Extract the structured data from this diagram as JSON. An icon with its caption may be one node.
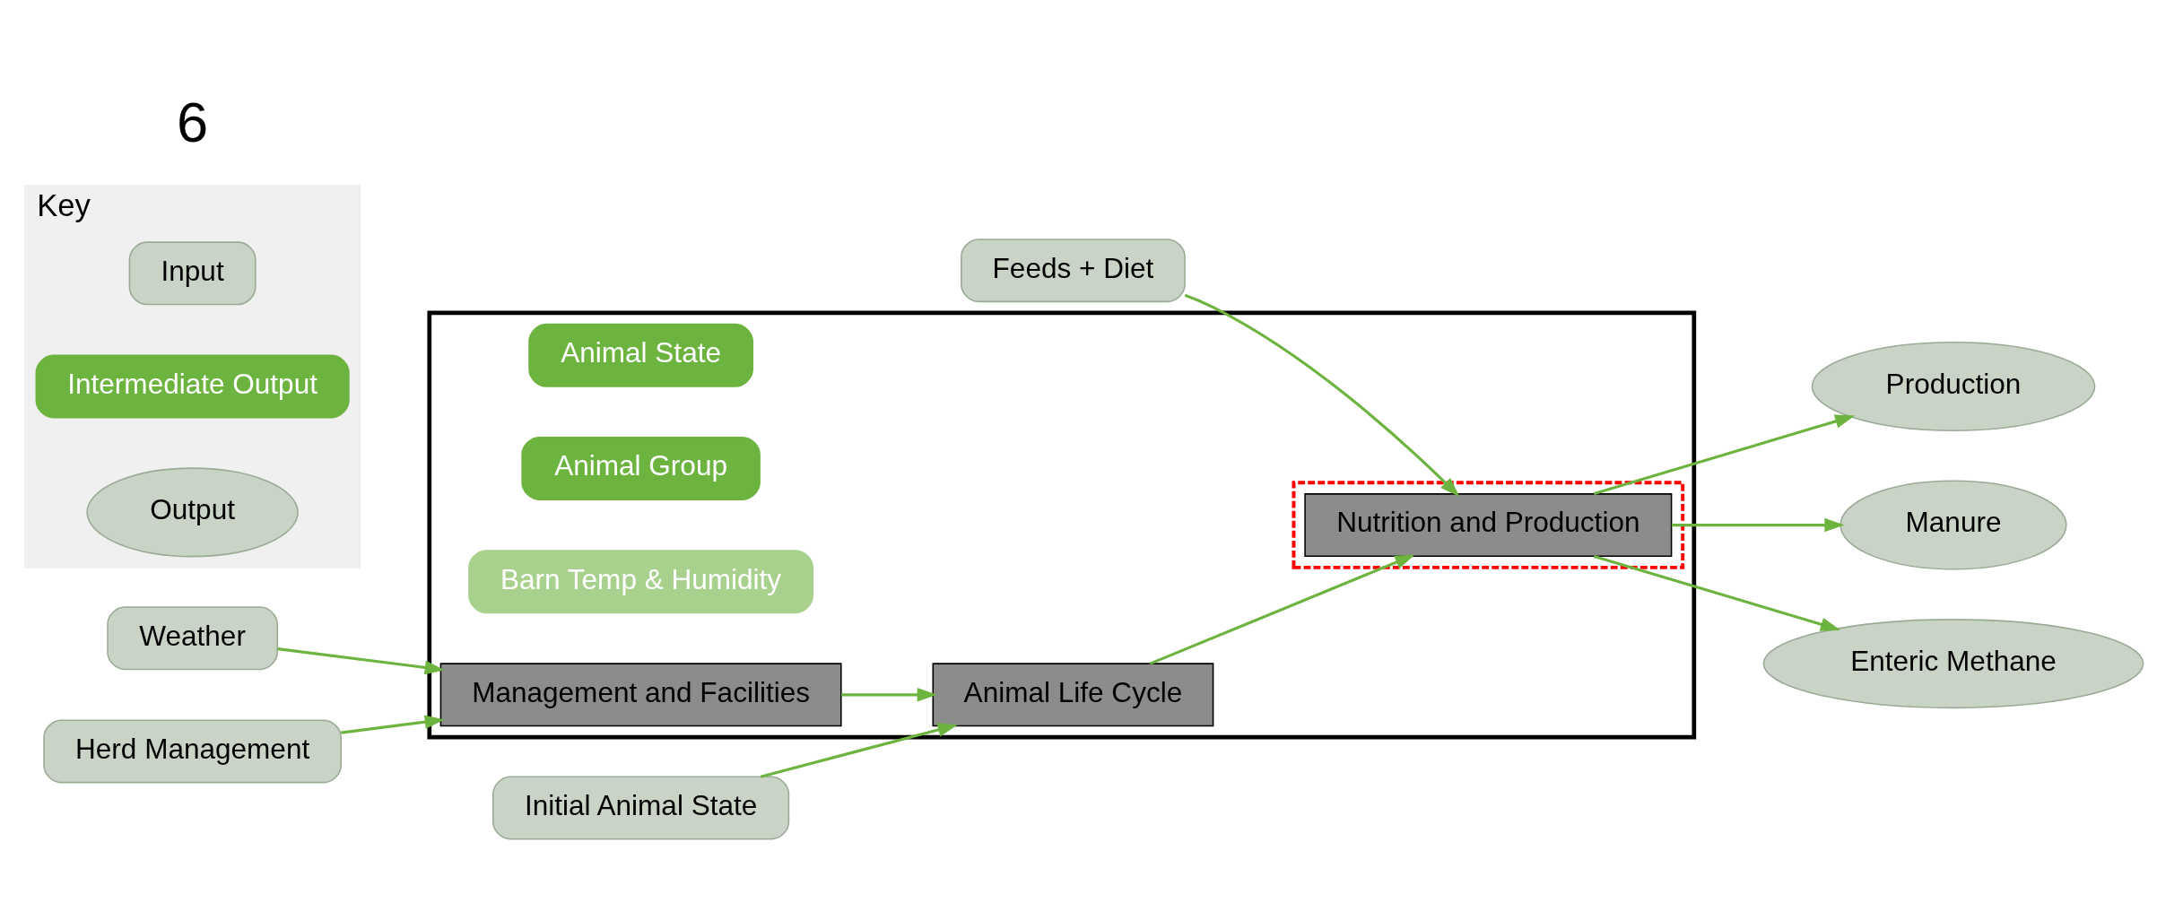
{
  "diagram": {
    "nodes": [
      {
        "text": [],
        "shape": "box"
      },
      {
        "text": [
          "Initial Animal State"
        ]
      },
      {
        "text": [
          "Animal Life Cycle"
        ],
        "in": 0
      },
      {
        "text": [
          "Animal State"
        ],
        "in": 0
      },
      {
        "text": [],
        "shape": "box",
        "in": 0
      },
      {
        "text": [
          "Nutrition and Production"
        ],
        "in": 4
      },
      {
        "text": [
          "Production"
        ]
      },
      {
        "text": [
          "Manure"
        ]
      },
      {
        "text": [
          "Enteric Methane"
        ]
      },
      {
        "text": [
          "Key"
        ]
      },
      {
        "text": [
          "Input"
        ],
        "in": 9
      },
      {
        "text": [
          "Animal Group"
        ],
        "in": 0
      },
      {
        "text": [
          "Barn Temp & Humidity"
        ],
        "in": 0
      },
      {
        "text": [
          "Intermediate Output"
        ],
        "in": 9
      },
      {
        "text": [
          "Output"
        ],
        "in": 9
      },
      {
        "text": [
          "Management and Facilities"
        ],
        "in": 0
      },
      {
        "text": [
          "Weather"
        ]
      },
      {
        "text": [
          "Herd Management"
        ]
      },
      {
        "text": [
          "Feeds + Diet"
        ]
      }
    ],
    "edges": [
      {
        "from": 1,
        "to": 2,
        "arrow": "to"
      },
      {
        "from": 2,
        "to": 5,
        "arrow": "to"
      },
      {
        "from": 5,
        "to": 6,
        "arrow": "to"
      },
      {
        "from": 5,
        "to": 7,
        "arrow": "to"
      },
      {
        "from": 5,
        "to": 8,
        "arrow": "to"
      },
      {
        "from": 15,
        "to": 2,
        "arrow": "to"
      },
      {
        "from": 16,
        "to": 15,
        "arrow": "to"
      },
      {
        "from": 17,
        "to": 15,
        "arrow": "to"
      },
      {
        "from": 18,
        "to": 5,
        "arrow": "to"
      }
    ],
    "labels": [
      "6"
    ]
  }
}
